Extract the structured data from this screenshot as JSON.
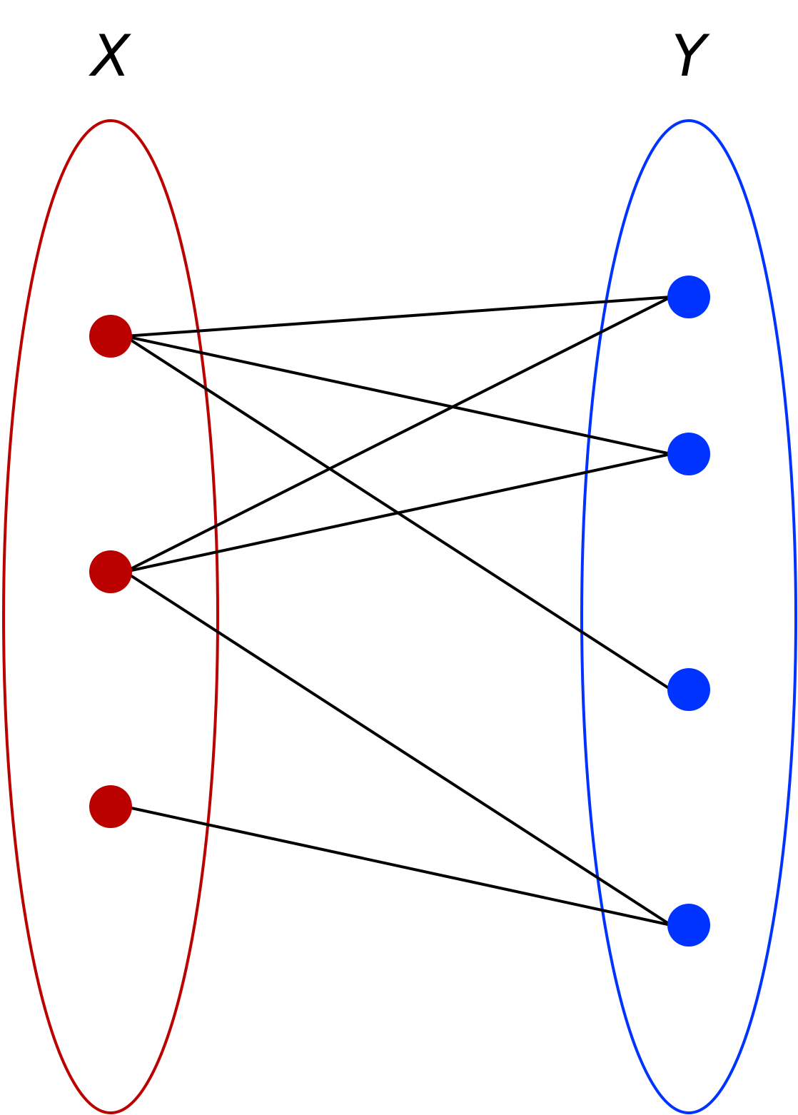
{
  "sets": [
    {
      "id": "X",
      "label": "X",
      "color": "#BB0000",
      "nodes": [
        "x1",
        "x2",
        "x3"
      ]
    },
    {
      "id": "Y",
      "label": "Y",
      "color": "#0033FF",
      "nodes": [
        "y1",
        "y2",
        "y3",
        "y4"
      ]
    }
  ],
  "edges": [
    [
      "x1",
      "y1"
    ],
    [
      "x1",
      "y2"
    ],
    [
      "x1",
      "y3"
    ],
    [
      "x2",
      "y1"
    ],
    [
      "x2",
      "y2"
    ],
    [
      "x2",
      "y4"
    ],
    [
      "x3",
      "y4"
    ]
  ],
  "edge_color": "#000000"
}
